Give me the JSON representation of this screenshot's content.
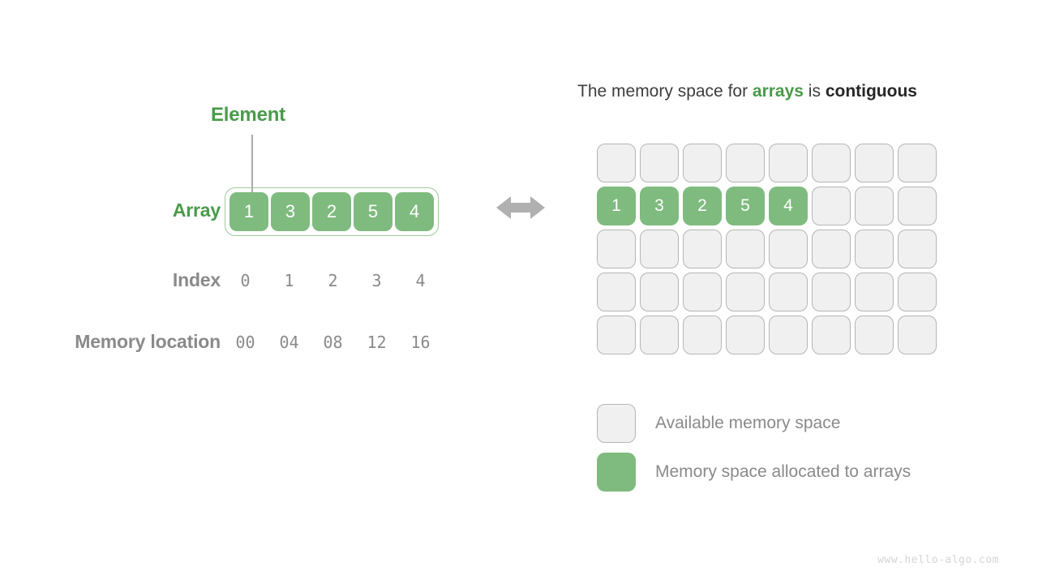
{
  "canvas": {
    "background": "#ffffff",
    "watermark": "www.hello-algo.com"
  },
  "colors": {
    "green_fill": "#7fbb7f",
    "green_text": "#4a9a4a",
    "green_border": "#9ccb9c",
    "gray_text": "#8a8a8a",
    "dark_text": "#262626",
    "cell_empty_fill": "#f0f0f0",
    "cell_empty_border": "#b5b5b5",
    "arrow_gray": "#b0b0b0",
    "connector_gray": "#aaaaaa"
  },
  "left_panel": {
    "element_label": "Element",
    "row_labels": {
      "array": "Array",
      "index": "Index",
      "memory": "Memory location"
    },
    "array_values": [
      "1",
      "3",
      "2",
      "5",
      "4"
    ],
    "index_values": [
      "0",
      "1",
      "2",
      "3",
      "4"
    ],
    "memory_values": [
      "00",
      "04",
      "08",
      "12",
      "16"
    ]
  },
  "arrow": {
    "name": "double-headed-horizontal-arrow"
  },
  "right_panel": {
    "title": {
      "part1": "The memory space for ",
      "keyword_green": "arrays",
      "part2": " is ",
      "keyword_dark": "contiguous"
    },
    "grid": {
      "columns": 8,
      "rows": 5,
      "filled_row_index": 1,
      "filled_values": [
        "1",
        "3",
        "2",
        "5",
        "4"
      ]
    },
    "legend": [
      {
        "swatch": "available",
        "label": "Available memory space"
      },
      {
        "swatch": "allocated",
        "label": "Memory space allocated to arrays"
      }
    ]
  }
}
